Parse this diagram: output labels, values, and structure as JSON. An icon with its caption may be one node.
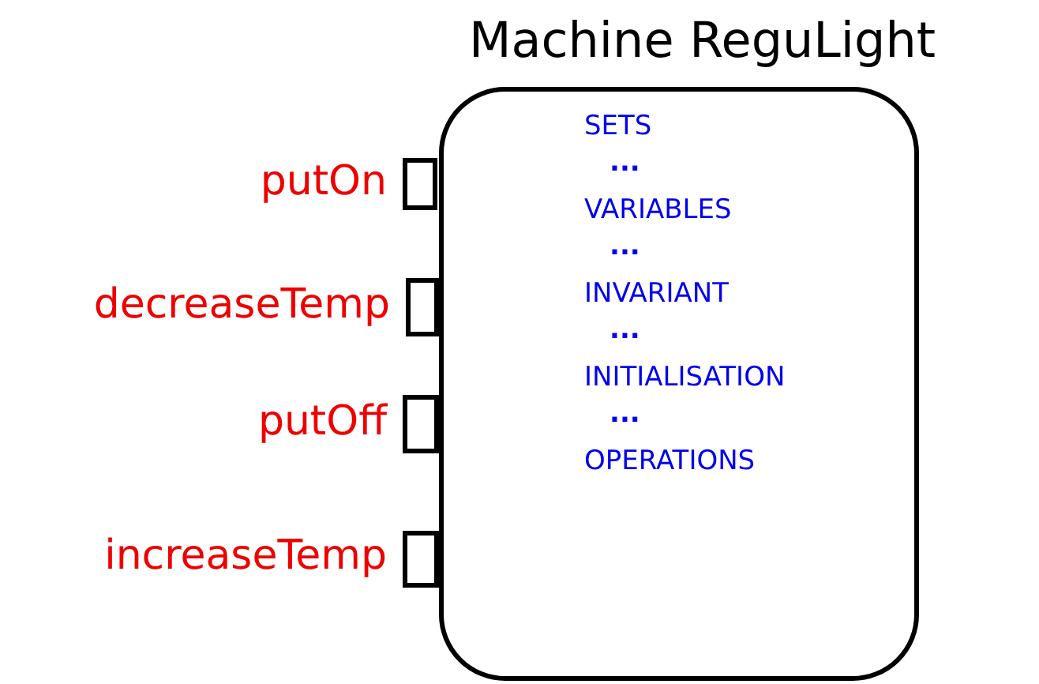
{
  "diagram": {
    "nodes": [
      {
        "text": [
          "Machine ReguLight",
          "SETS",
          "...",
          "VARIABLES",
          "...",
          "INVARIANT",
          "...",
          "INITIALISATION",
          "...",
          "OPERATIONS"
        ]
      },
      {
        "text": [],
        "shape": "box",
        "beside": [
          "putOn"
        ]
      },
      {
        "text": [],
        "shape": "box",
        "beside": [
          "decreaseTemp"
        ]
      },
      {
        "text": [],
        "shape": "box",
        "beside": [
          "putOff"
        ]
      },
      {
        "text": [],
        "shape": "box",
        "beside": [
          "increaseTemp"
        ]
      }
    ],
    "edges": []
  }
}
